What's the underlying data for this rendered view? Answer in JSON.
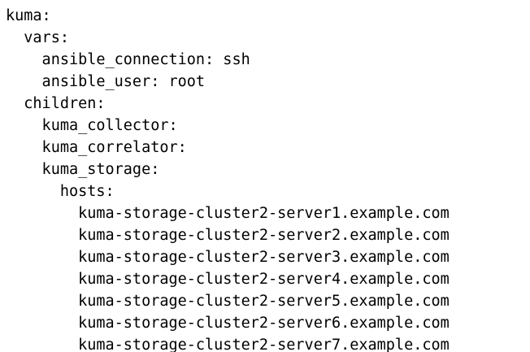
{
  "document": {
    "kind": "yaml-inventory-listing",
    "text_color": "#000000",
    "background_color": "#ffffff",
    "lines": [
      "kuma:",
      "  vars:",
      "    ansible_connection: ssh",
      "    ansible_user: root",
      "  children:",
      "    kuma_collector:",
      "    kuma_correlator:",
      "    kuma_storage:",
      "      hosts:",
      "        kuma-storage-cluster2-server1.example.com",
      "        kuma-storage-cluster2-server2.example.com",
      "        kuma-storage-cluster2-server3.example.com",
      "        kuma-storage-cluster2-server4.example.com",
      "        kuma-storage-cluster2-server5.example.com",
      "        kuma-storage-cluster2-server6.example.com",
      "        kuma-storage-cluster2-server7.example.com"
    ]
  }
}
